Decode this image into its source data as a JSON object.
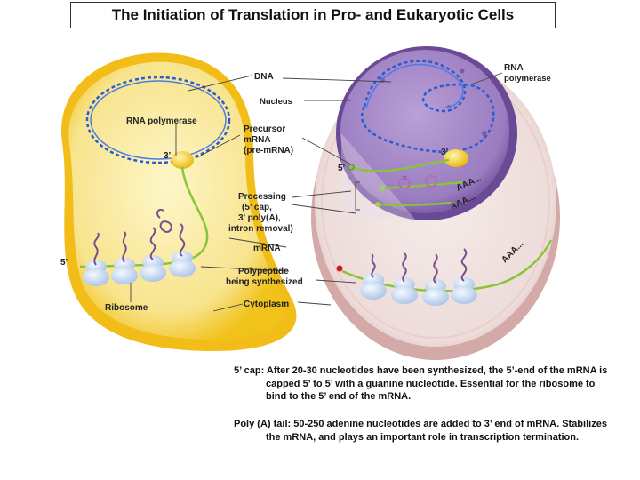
{
  "title": "The Initiation of Translation in Pro- and Eukaryotic Cells",
  "labels": {
    "dna": "DNA",
    "nucleus": "Nucleus",
    "rna_polymerase_left": "RNA polymerase",
    "rna_polymerase_right_1": "RNA",
    "rna_polymerase_right_2": "polymerase",
    "precursor_1": "Precursor",
    "precursor_2": "mRNA",
    "precursor_3": "(pre-mRNA)",
    "processing_1": "Processing",
    "processing_2": "(5’ cap,",
    "processing_3": "3’ poly(A),",
    "processing_4": "intron removal)",
    "mrna": "mRNA",
    "polypeptide_1": "Polypeptide",
    "polypeptide_2": "being synthesized",
    "ribosome": "Ribosome",
    "cytoplasm": "Cytoplasm",
    "three_prime_left": "3’",
    "five_prime_left": "5’",
    "three_prime_right": "3’",
    "five_prime_right": "5’",
    "aaa_1": "AAA...",
    "aaa_2": "AAA...",
    "aaa_3": "AAA..."
  },
  "notes": {
    "cap": "5’ cap:  After 20-30 nucleotides have been synthesized, the 5’-end of the mRNA is capped 5’ to 5’ with a guanine nucleotide. Essential for the ribosome to bind to the 5’ end of the mRNA.",
    "poly": "Poly (A) tail:  50-250 adenine nucleotides are added to 3’ end of mRNA. Stabilizes the mRNA, and plays an important role in transcription termination."
  },
  "colors": {
    "prokaryote_fill": "#f8e79a",
    "prokaryote_border": "#f2c21b",
    "eukaryote_fill": "#f1e3e1",
    "eukaryote_border": "#d9b3b3",
    "nucleus_fill": "#a486c4",
    "nucleus_border": "#6f4d9b",
    "dna": "#2a5bd0",
    "mrna": "#8ac43a",
    "polypeptide": "#7a4e8c",
    "ribosome": "#cfe0f5"
  }
}
